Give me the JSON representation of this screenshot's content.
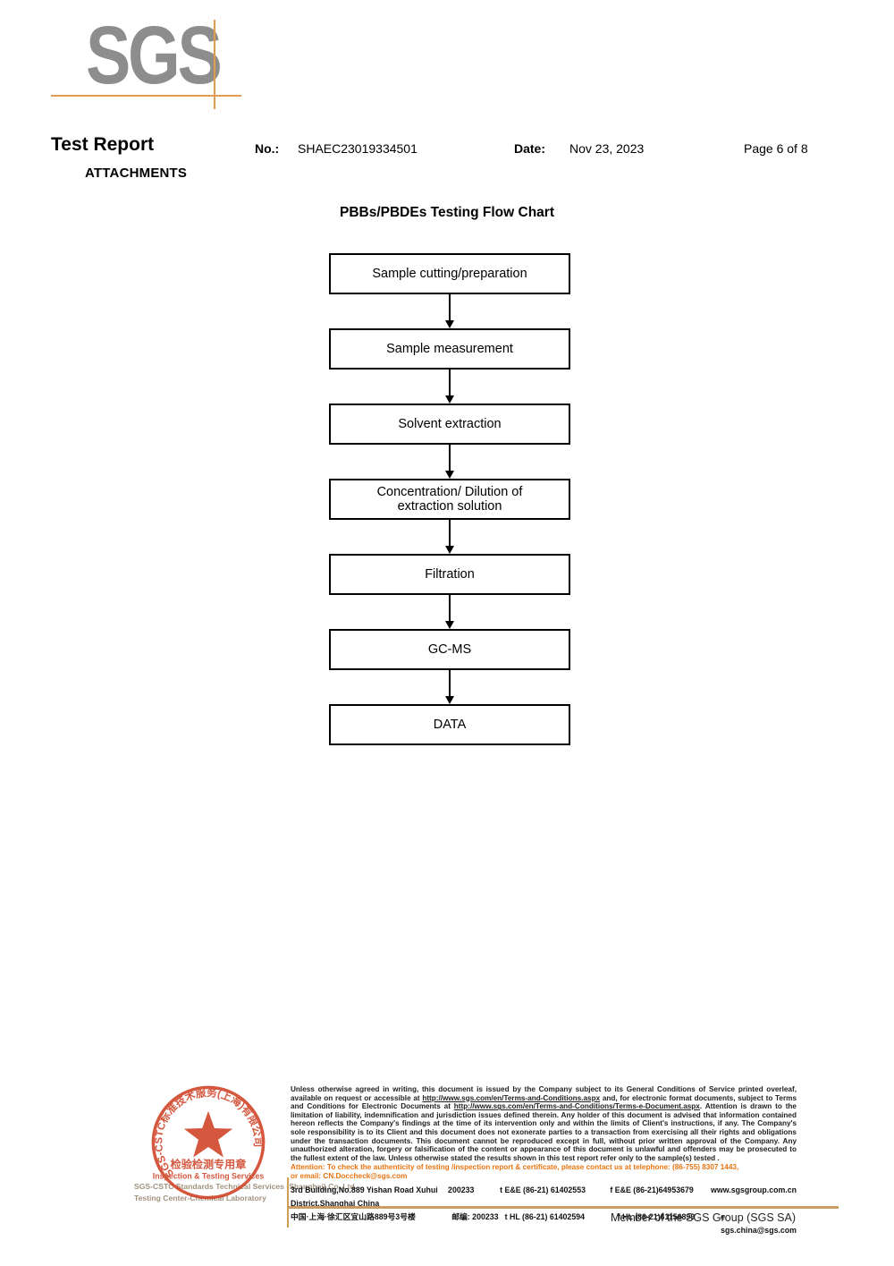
{
  "header": {
    "logo": "SGS",
    "title": "Test Report",
    "no_label": "No.:",
    "no_value": "SHAEC23019334501",
    "date_label": "Date:",
    "date_value": "Nov 23, 2023",
    "page": "Page 6 of 8",
    "section": "ATTACHMENTS"
  },
  "flowchart": {
    "title": "PBBs/PBDEs Testing Flow Chart",
    "steps": [
      "Sample cutting/preparation",
      "Sample measurement",
      "Solvent extraction",
      "Concentration/ Dilution of extraction solution",
      "Filtration",
      "GC-MS",
      "DATA"
    ]
  },
  "footer": {
    "disclaimer": {
      "seg1": "Unless otherwise agreed in writing, this document is issued by the Company subject to its General Conditions of Service printed overleaf, available on request or accessible at ",
      "url1": "http://www.sgs.com/en/Terms-and-Conditions.aspx",
      "seg2": " and, for electronic format documents, subject to Terms and Conditions for Electronic Documents at ",
      "url2": "http://www.sgs.com/en/Terms-and-Conditions/Terms-e-Document.aspx",
      "seg3": ". Attention is drawn to the limitation of liability, indemnification and jurisdiction issues defined therein. Any holder of this document is advised that information contained hereon reflects the Company's findings at the time of its intervention only and within the limits of Client's instructions, if any. The Company's sole responsibility is to its Client and this document does not exonerate parties to a transaction from exercising all their rights and obligations under the transaction documents. This document cannot be reproduced except in full, without prior written approval of the Company. Any unauthorized alteration, forgery or falsification of the content or appearance of this document is unlawful and offenders may be prosecuted to the fullest extent of the law. Unless otherwise stated the results shown in this test report refer only to the sample(s) tested ."
    },
    "attention_line1": "Attention: To check the authenticity of testing /inspection report & certificate, please contact us at telephone: (86-755) 8307 1443,",
    "attention_line2": "or email: CN.Doccheck@sgs.com",
    "company_line1": "SGS-CSTC Standards Technical Services (Shanghai) Co.,Ltd.",
    "company_line2": "Testing Center-Chemical Laboratory",
    "stamp": {
      "ring_text": "SGS-CSTC标准技术服务(上海)有限公司",
      "line1": "检验检测专用章",
      "line2": "Inspection & Testing Services"
    },
    "address_rows": [
      {
        "address": "3rd Building,No.889 Yishan Road Xuhui District,Shanghai China",
        "post": "200233",
        "tel": "t E&E (86-21) 61402553",
        "fax": "f E&E (86-21)64953679",
        "web": "www.sgsgroup.com.cn"
      },
      {
        "address": "中国·上海·徐汇区宜山路889号3号楼",
        "post": "邮编: 200233",
        "tel": "t HL (86-21) 61402594",
        "fax": "f HL (86-21)61156899",
        "web": "e  sgs.china@sgs.com"
      }
    ],
    "member": "Member of the SGS Group (SGS SA)"
  },
  "colors": {
    "logo_gray": "#8d8d8d",
    "accent_tan": "#dd9c50",
    "stamp_red": "#cf4024",
    "attention_orange": "#e87511",
    "footer_line": "#c99e62"
  }
}
